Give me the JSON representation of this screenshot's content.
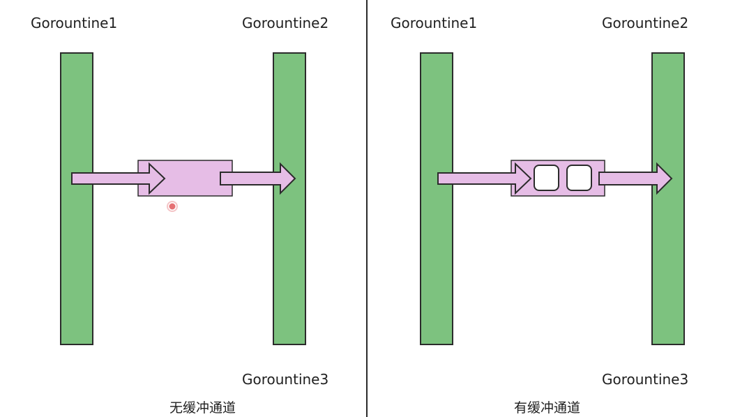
{
  "left_panel": {
    "goroutine_top_left": "Gorountine1",
    "goroutine_top_right": "Gorountine2",
    "goroutine_bottom_right": "Gorountine3",
    "caption": "无缓冲通道"
  },
  "right_panel": {
    "goroutine_top_left": "Gorountine1",
    "goroutine_top_right": "Gorountine2",
    "goroutine_bottom_right": "Gorountine3",
    "caption": "有缓冲通道"
  },
  "colors": {
    "goroutine_bar": "#7dc27f",
    "channel_box": "#e6bde6",
    "arrow_fill": "#e6bde6",
    "outline": "#2b2b2b",
    "divider": "#2a2a2a",
    "cursor_dot": "#e0575b"
  }
}
